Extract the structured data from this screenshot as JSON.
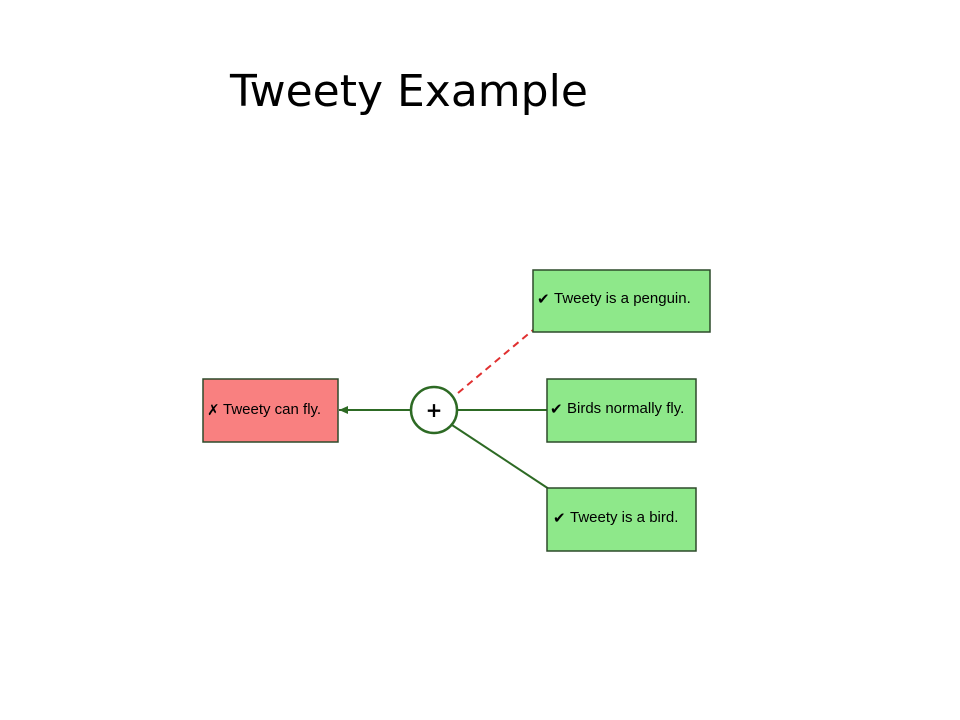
{
  "title": "Tweety Example",
  "colors": {
    "rejected_fill": "#f98080",
    "accepted_fill": "#8ee88a",
    "edge_support": "#2d6a24",
    "edge_attack": "#e03030",
    "node_border": "#2d6a24"
  },
  "diagram": {
    "conclusion": {
      "status": "rejected",
      "mark_icon": "cross-icon",
      "mark": "✗",
      "label": "Tweety can fly."
    },
    "operator": {
      "icon": "plus-icon",
      "symbol": "+"
    },
    "premises": [
      {
        "status": "accepted",
        "mark_icon": "check-icon",
        "mark": "✔",
        "label": "Tweety is a penguin.",
        "relation": "attack"
      },
      {
        "status": "accepted",
        "mark_icon": "check-icon",
        "mark": "✔",
        "label": "Birds normally fly.",
        "relation": "support"
      },
      {
        "status": "accepted",
        "mark_icon": "check-icon",
        "mark": "✔",
        "label": "Tweety is a bird.",
        "relation": "support"
      }
    ]
  }
}
